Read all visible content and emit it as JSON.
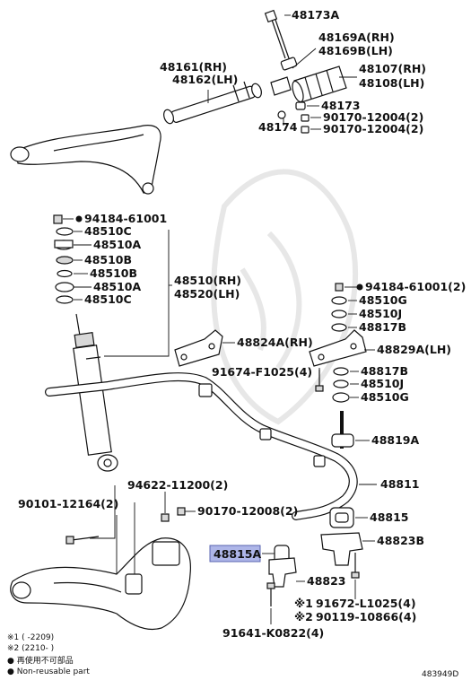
{
  "labels": {
    "p48173A": "48173A",
    "p48169A": "48169A(RH)",
    "p48169B": "48169B(LH)",
    "p48161": "48161(RH)",
    "p48162": "48162(LH)",
    "p48107": "48107(RH)",
    "p48108": "48108(LH)",
    "p48173": "48173",
    "p48174": "48174",
    "p90170_12004a": "90170-12004(2)",
    "p90170_12004b": "90170-12004(2)",
    "p94184_left": "94184-61001",
    "p48510C_a": "48510C",
    "p48510A_a": "48510A",
    "p48510B_a": "48510B",
    "p48510B_b": "48510B",
    "p48510A_b": "48510A",
    "p48510C_b": "48510C",
    "p48510RH": "48510(RH)",
    "p48520LH": "48520(LH)",
    "p94184_right": "94184-61001(2)",
    "p48510G_a": "48510G",
    "p48510J_a": "48510J",
    "p48817B_a": "48817B",
    "p48824A": "48824A(RH)",
    "p48829A": "48829A(LH)",
    "p91674": "91674-F1025(4)",
    "p48817B_b": "48817B",
    "p48510J_b": "48510J",
    "p48510G_b": "48510G",
    "p48819A": "48819A",
    "p94622": "94622-11200(2)",
    "p48811": "48811",
    "p90101": "90101-12164(2)",
    "p90170_12008": "90170-12008(2)",
    "p48815": "48815",
    "p48823B": "48823B",
    "p48815A": "48815A",
    "p48823": "48823",
    "p91672_mark": "※1",
    "p91672": "91672-L1025(4)",
    "p90119_mark": "※2",
    "p90119": "90119-10866(4)",
    "p91641": "91641-K0822(4)"
  },
  "footnotes": {
    "n1": "※1 (      -2209)",
    "n2": "※2 (2210-       )",
    "n3": "● 再使用不可部品",
    "n4": "● Non-reusable part"
  },
  "diagram_code": "483949D",
  "highlight_color": "#aeb6e8"
}
